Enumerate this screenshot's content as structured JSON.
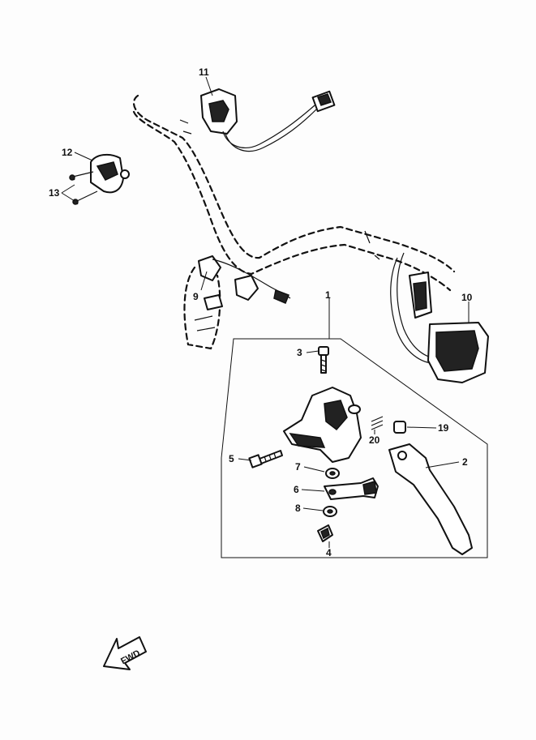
{
  "callouts": [
    {
      "id": "c1",
      "text": "1"
    },
    {
      "id": "c2",
      "text": "2"
    },
    {
      "id": "c3",
      "text": "3"
    },
    {
      "id": "c4",
      "text": "4"
    },
    {
      "id": "c5",
      "text": "5"
    },
    {
      "id": "c6",
      "text": "6"
    },
    {
      "id": "c7",
      "text": "7"
    },
    {
      "id": "c8",
      "text": "8"
    },
    {
      "id": "c9",
      "text": "9"
    },
    {
      "id": "c10",
      "text": "10"
    },
    {
      "id": "c11",
      "text": "11"
    },
    {
      "id": "c12",
      "text": "12"
    },
    {
      "id": "c13",
      "text": "13"
    },
    {
      "id": "c19",
      "text": "19"
    },
    {
      "id": "c20",
      "text": "20"
    }
  ],
  "direction_marker": {
    "text": "FWD",
    "icon": "fwd-arrow-icon"
  }
}
